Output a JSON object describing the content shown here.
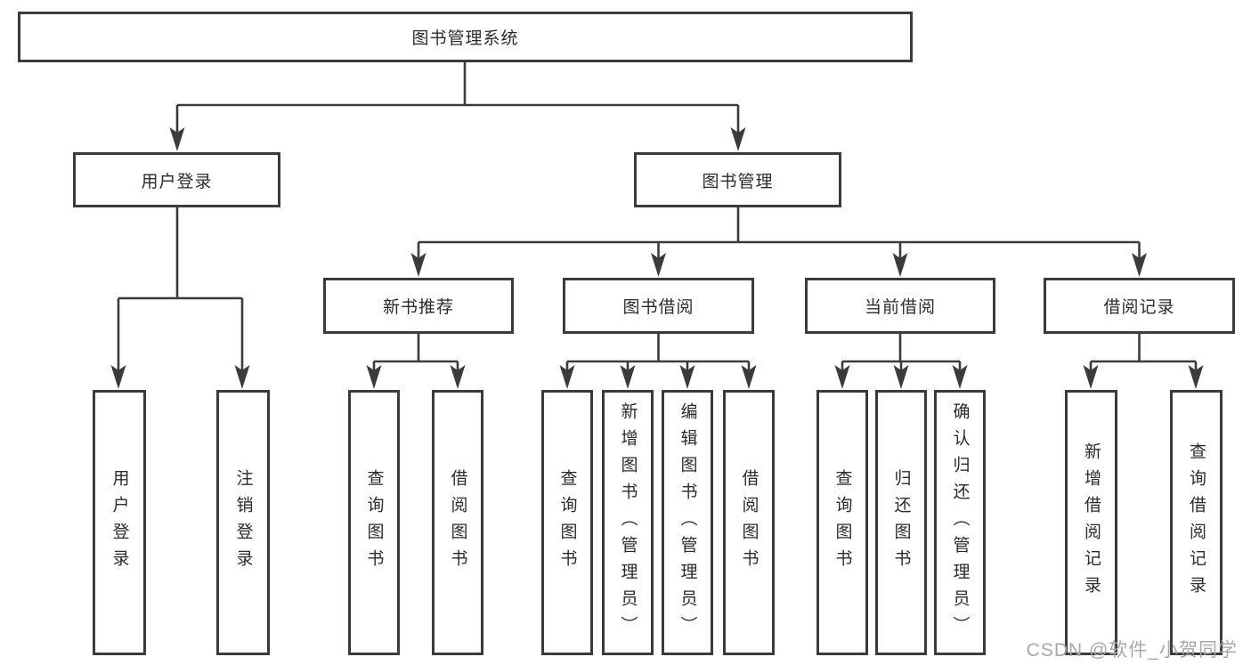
{
  "root": {
    "label": "图书管理系统"
  },
  "user": {
    "label": "用户登录",
    "children": [
      {
        "label": "用户登录"
      },
      {
        "label": "注销登录"
      }
    ]
  },
  "book": {
    "label": "图书管理",
    "modules": [
      {
        "label": "新书推荐",
        "children": [
          {
            "label": "查询图书"
          },
          {
            "label": "借阅图书"
          }
        ]
      },
      {
        "label": "图书借阅",
        "children": [
          {
            "label": "查询图书"
          },
          {
            "label": "新增图书（管理员）"
          },
          {
            "label": "编辑图书（管理员）"
          },
          {
            "label": "借阅图书"
          }
        ]
      },
      {
        "label": "当前借阅",
        "children": [
          {
            "label": "查询图书"
          },
          {
            "label": "归还图书"
          },
          {
            "label": "确认归还（管理员）"
          }
        ]
      },
      {
        "label": "借阅记录",
        "children": [
          {
            "label": "新增借阅记录"
          },
          {
            "label": "查询借阅记录"
          }
        ]
      }
    ]
  },
  "watermark": {
    "text": "CSDN @软件_小贺同学"
  },
  "colors": {
    "line": "#3b3b3b",
    "box_border": "#3b3b3b",
    "box_fill": "#ffffff",
    "text": "#2b2b2b",
    "watermark": "#a8a8a8"
  }
}
